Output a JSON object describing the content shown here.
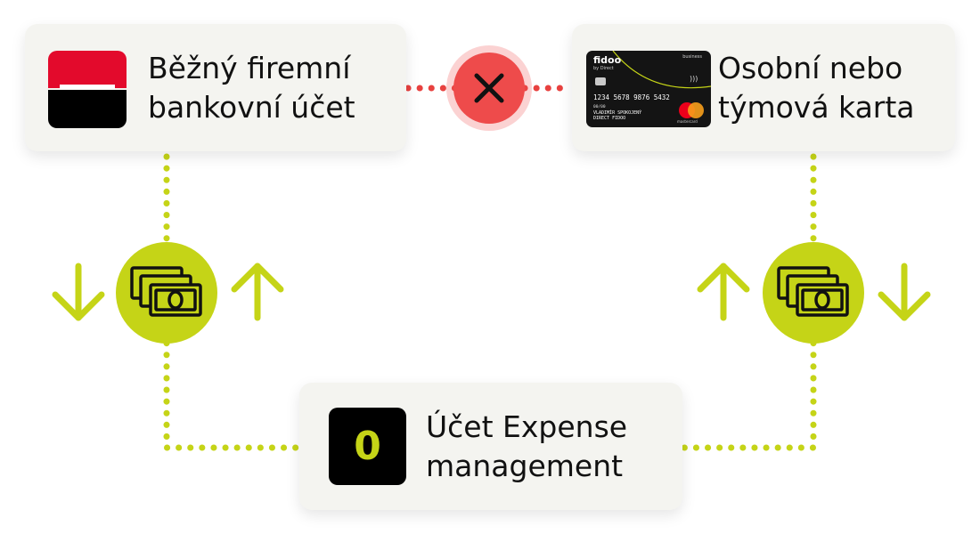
{
  "colors": {
    "connector": "#c5d417",
    "blocked_connector": "#e8413f",
    "blocked_icon_bg": "#ee4b4b",
    "money_circle": "#c5d417",
    "box_bg": "#f4f4f0"
  },
  "nodes": {
    "bank_account": {
      "label_line1": "Běžný firemní",
      "label_line2": "bankovní účet",
      "logo_icon": "bank-logo"
    },
    "card": {
      "label_line1": "Osobní nebo",
      "label_line2": "týmová karta",
      "card_brand": "fidoo",
      "card_sub": "by Direct",
      "card_tier": "business",
      "card_number": "1234  5678  9876  5432",
      "card_expiry": "00/00",
      "card_holder_line1": "VLADIMÍR SPOKOJENÝ",
      "card_holder_line2": "DIRECT FIDOO",
      "card_network": "mastercard"
    },
    "expense_account": {
      "label_line1": "Účet Expense",
      "label_line2": "management",
      "logo_glyph": "0"
    }
  },
  "connections": [
    {
      "from": "bank_account",
      "to": "card",
      "blocked": true,
      "icon": "close-icon"
    },
    {
      "from": "bank_account",
      "to": "expense_account",
      "flow": "bidirectional",
      "icon": "money-stack-icon"
    },
    {
      "from": "card",
      "to": "expense_account",
      "flow": "bidirectional",
      "icon": "money-stack-icon"
    }
  ]
}
